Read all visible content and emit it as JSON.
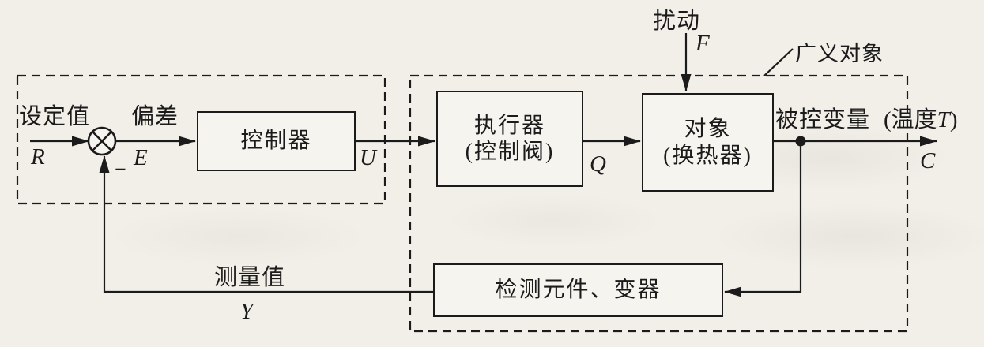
{
  "colors": {
    "line": "#1b1b1b",
    "paper_background": "#f2efe9",
    "box_fill": "#f6f4ef"
  },
  "blocks": {
    "controller": {
      "label": "控制器"
    },
    "actuator": {
      "line1": "执行器",
      "line2": "(控制阀)"
    },
    "plant": {
      "line1": "对象",
      "line2": "(换热器)"
    },
    "sensor": {
      "label": "检测元件、变器"
    }
  },
  "labels": {
    "setpoint": "设定值",
    "setpoint_symbol": "R",
    "error": "偏差",
    "error_symbol": "E",
    "minus": "−",
    "controller_output_symbol": "U",
    "valve_output_symbol": "Q",
    "disturbance": "扰动",
    "disturbance_symbol": "F",
    "generalized_object": "广义对象",
    "controlled_variable": "被控变量",
    "controlled_note_prefix": "(温度",
    "controlled_note_symbol": "T",
    "controlled_note_suffix": ")",
    "output_symbol": "C",
    "measured": "测量值",
    "measured_symbol": "Y"
  }
}
